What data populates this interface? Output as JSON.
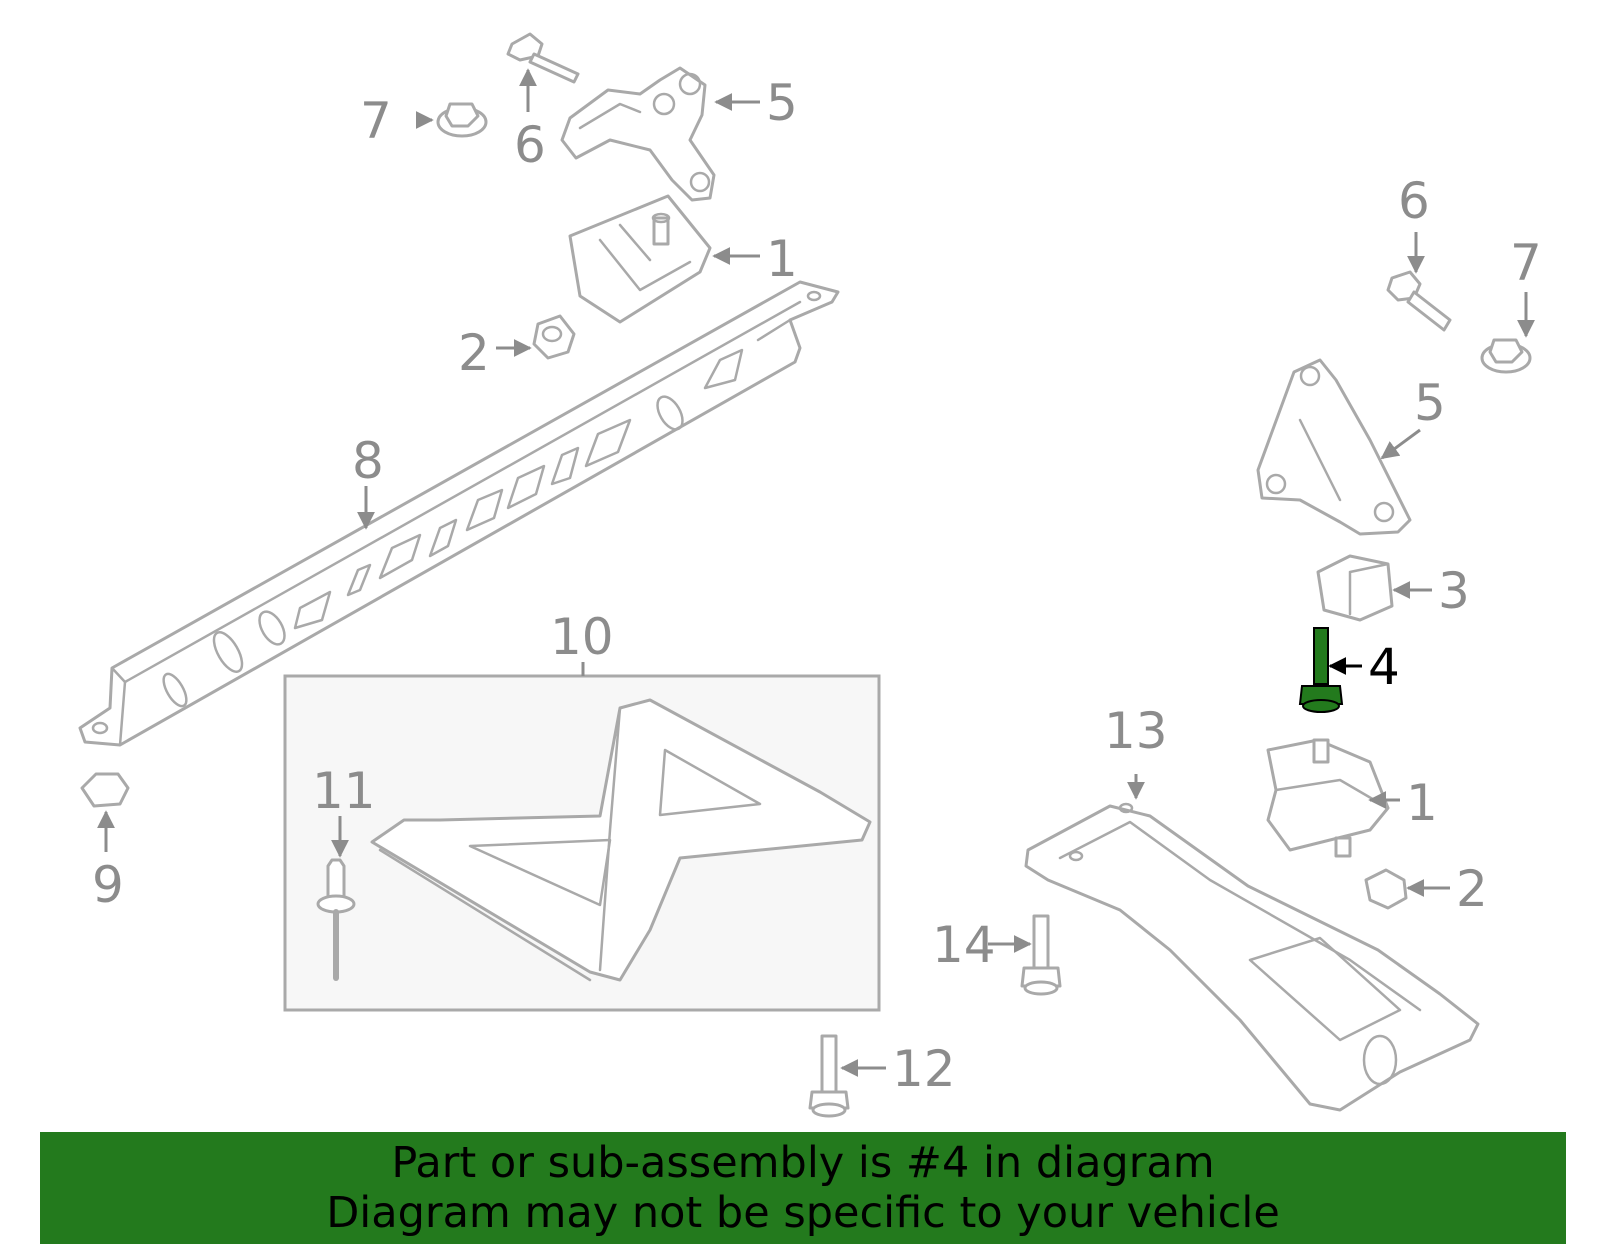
{
  "callouts": {
    "c1_top": "1",
    "c1_right": "1",
    "c2_top": "2",
    "c2_right": "2",
    "c3": "3",
    "c4": "4",
    "c5_top": "5",
    "c5_right": "5",
    "c6_top": "6",
    "c6_right": "6",
    "c7_top": "7",
    "c7_right": "7",
    "c8": "8",
    "c9": "9",
    "c10": "10",
    "c11": "11",
    "c12": "12",
    "c13": "13",
    "c14": "14"
  },
  "highlight": {
    "part_number": "4",
    "color": "#237a1d"
  },
  "colors": {
    "banner": "#237a1d",
    "part_line": "#a9a9a9",
    "callout_text": "#8c8c8c",
    "highlight_text": "#000000"
  },
  "footer": {
    "line1": "Part or sub-assembly is #4 in diagram",
    "line2": "Diagram may not be specific to your vehicle"
  }
}
